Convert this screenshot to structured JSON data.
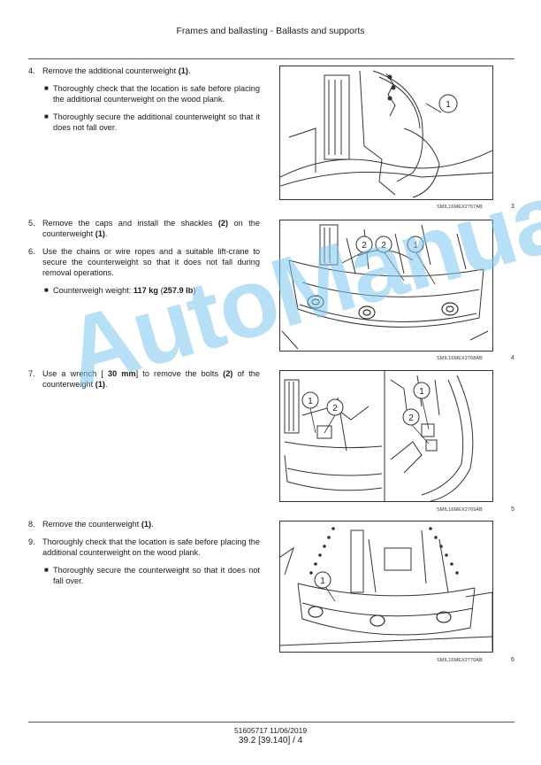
{
  "header": {
    "title": "Frames and ballasting - Ballasts and supports"
  },
  "steps": [
    {
      "num": "4.",
      "pre": "Remove the additional counterweight ",
      "bold": "(1)",
      "post": "."
    },
    {
      "num": "5.",
      "pre": "Remove the caps and install the shackles ",
      "bold": "(2)",
      "mid": " on the counterweight ",
      "bold2": "(1)",
      "post": "."
    },
    {
      "num": "6.",
      "text": "Use the chains or wire ropes and a suitable lift-crane to secure the counterweight so that it does not fall during removal operations."
    },
    {
      "num": "7.",
      "pre": "Use a wrench [ ",
      "bold": "30 mm",
      "mid": "] to remove the bolts ",
      "bold2": "(2)",
      "mid2": " of the counterweight ",
      "bold3": "(1)",
      "post": "."
    },
    {
      "num": "8.",
      "pre": "Remove the counterweight ",
      "bold": "(1)",
      "post": "."
    },
    {
      "num": "9.",
      "text": "Thoroughly check that the location is safe before placing the additional counterweight on the wood plank."
    }
  ],
  "bullets": {
    "step4_a": "Thoroughly check that the location is safe before placing the additional counterweight on the wood plank.",
    "step4_b": "Thoroughly secure the additional counterweight so that it does not fall over.",
    "step6_label": "Counterweigh weight: ",
    "step6_kg": "117 kg",
    "step6_paren_open": " (",
    "step6_lb": "257.9 lb",
    "step6_paren_close": ")",
    "step9_a": "Thoroughly secure the counterweight so that it does not fall over."
  },
  "figures": [
    {
      "code": "SMIL16MEX2767AB",
      "number": "3",
      "callouts": [
        "1"
      ]
    },
    {
      "code": "SMIL16MEX2768AB",
      "number": "4",
      "callouts": [
        "2",
        "2",
        "1"
      ]
    },
    {
      "code": "SMIL16MEX2769AB",
      "number": "5",
      "callouts": [
        "1",
        "2",
        "1",
        "2"
      ]
    },
    {
      "code": "SMIL16MEX2770AB",
      "number": "6",
      "callouts": [
        "1"
      ]
    }
  ],
  "watermark": "AutoManual",
  "footer": {
    "docno": "51605717 11/06/2019",
    "page": "39.2 [39.140] / 4"
  },
  "colors": {
    "watermark": "#7ec8f0",
    "line": "#333333"
  }
}
